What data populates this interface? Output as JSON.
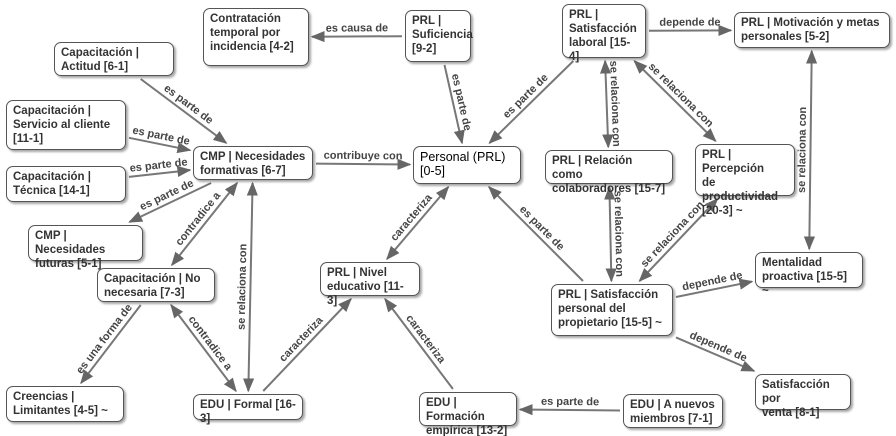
{
  "nodes": [
    {
      "id": "contratacion",
      "label": "Contratación\ntemporal por\nincidencia [4-2]"
    },
    {
      "id": "suficiencia",
      "label": "PRL |\nSuficiencia\n[9-2]"
    },
    {
      "id": "sat_laboral",
      "label": "PRL |\nSatisfacción\nlaboral [15-4]"
    },
    {
      "id": "motivacion",
      "label": "PRL | Motivación y metas\npersonales [5-2]"
    },
    {
      "id": "actitud",
      "label": "Capacitación |\nActitud [6-1]"
    },
    {
      "id": "servicio",
      "label": "Capacitación |\nServicio al cliente\n[11-1]"
    },
    {
      "id": "tecnica",
      "label": "Capacitación |\nTécnica [14-1]"
    },
    {
      "id": "necesidades",
      "label": "CMP | Necesidades\nformativas [6-7]"
    },
    {
      "id": "personal",
      "label": "Personal (PRL)\n[0-5]"
    },
    {
      "id": "colaboradores",
      "label": "PRL | Relación como\ncolaboradores [15-7]"
    },
    {
      "id": "productividad",
      "label": "PRL | Percepción\nde productividad\n[20-3] ~"
    },
    {
      "id": "futuras",
      "label": "CMP | Necesidades\nfuturas [5-1]"
    },
    {
      "id": "no_necesaria",
      "label": "Capacitación | No\nnecesaria [7-3]"
    },
    {
      "id": "nivel",
      "label": "PRL | Nivel\neducativo [11-3]"
    },
    {
      "id": "mentalidad",
      "label": "Mentalidad\nproactiva [15-5] ~"
    },
    {
      "id": "sat_personal",
      "label": "PRL | Satisfacción\npersonal del\npropietario [15-5] ~"
    },
    {
      "id": "creencias",
      "label": "Creencias |\nLimitantes [4-5] ~"
    },
    {
      "id": "formal",
      "label": "EDU | Formal [16-3]"
    },
    {
      "id": "empirica",
      "label": "EDU | Formación\nempírica [13-2] ~"
    },
    {
      "id": "nuevos",
      "label": "EDU | A nuevos\nmiembros [7-1]"
    },
    {
      "id": "venta",
      "label": "Satisfacción por\nventa [8-1]"
    }
  ],
  "edges": [
    {
      "from": "suficiencia",
      "to": "contratacion",
      "label": "es causa de"
    },
    {
      "from": "suficiencia",
      "to": "personal",
      "label": "es parte de"
    },
    {
      "from": "sat_laboral",
      "to": "personal",
      "label": "es parte de"
    },
    {
      "from": "sat_laboral",
      "to": "motivacion",
      "label": "depende de"
    },
    {
      "from": "sat_laboral",
      "to": "colaboradores",
      "label": "se relaciona con",
      "bidirectional": true
    },
    {
      "from": "sat_laboral",
      "to": "productividad",
      "label": "se relaciona con",
      "bidirectional": true
    },
    {
      "from": "motivacion",
      "to": "mentalidad",
      "label": "se relaciona con",
      "bidirectional": true
    },
    {
      "from": "actitud",
      "to": "necesidades",
      "label": "es parte de"
    },
    {
      "from": "servicio",
      "to": "necesidades",
      "label": "es parte de"
    },
    {
      "from": "tecnica",
      "to": "necesidades",
      "label": "es parte de"
    },
    {
      "from": "necesidades",
      "to": "futuras",
      "label": "es parte de"
    },
    {
      "from": "necesidades",
      "to": "no_necesaria",
      "label": "contradice a",
      "bidirectional": true
    },
    {
      "from": "necesidades",
      "to": "personal",
      "label": "contribuye con"
    },
    {
      "from": "formal",
      "to": "necesidades",
      "label": "se relaciona con",
      "bidirectional": true
    },
    {
      "from": "nivel",
      "to": "personal",
      "label": "caracteriza",
      "bidirectional": true
    },
    {
      "from": "sat_personal",
      "to": "personal",
      "label": "es parte de"
    },
    {
      "from": "colaboradores",
      "to": "sat_personal",
      "label": "se relaciona con",
      "bidirectional": true
    },
    {
      "from": "productividad",
      "to": "sat_personal",
      "label": "se relaciona con",
      "bidirectional": true
    },
    {
      "from": "sat_personal",
      "to": "mentalidad",
      "label": "depende de"
    },
    {
      "from": "sat_personal",
      "to": "venta",
      "label": "depende de"
    },
    {
      "from": "no_necesaria",
      "to": "creencias",
      "label": "es una forma de"
    },
    {
      "from": "no_necesaria",
      "to": "formal",
      "label": "contradice a",
      "bidirectional": true
    },
    {
      "from": "formal",
      "to": "nivel",
      "label": "caracteriza"
    },
    {
      "from": "empirica",
      "to": "nivel",
      "label": "caracteriza"
    },
    {
      "from": "nuevos",
      "to": "empirica",
      "label": "es parte de"
    }
  ]
}
